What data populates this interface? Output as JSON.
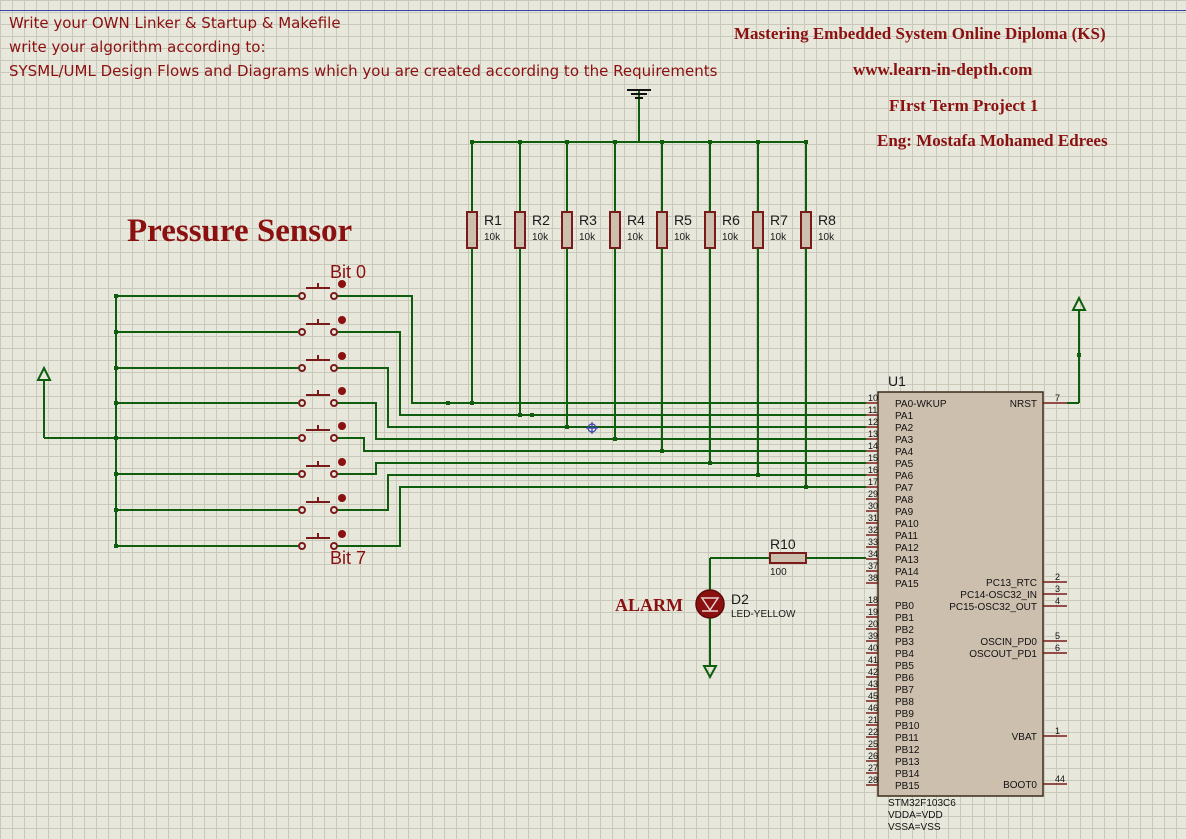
{
  "notes": [
    "Write your OWN Linker & Startup & Makefile",
    "write your algorithm according to:",
    "SYSML/UML  Design Flows and Diagrams which you are created according to the Requirements"
  ],
  "header": {
    "line1": "Mastering Embedded System Online Diploma (KS)",
    "line2": "www.learn-in-depth.com",
    "line3": "FIrst Term Project 1",
    "line4": "Eng:  Mostafa Mohamed Edrees"
  },
  "sensor_title": "Pressure Sensor",
  "bit_labels": {
    "top": "Bit 0",
    "bottom": "Bit 7"
  },
  "resistors": [
    {
      "name": "R1",
      "value": "10k"
    },
    {
      "name": "R2",
      "value": "10k"
    },
    {
      "name": "R3",
      "value": "10k"
    },
    {
      "name": "R4",
      "value": "10k"
    },
    {
      "name": "R5",
      "value": "10k"
    },
    {
      "name": "R6",
      "value": "10k"
    },
    {
      "name": "R7",
      "value": "10k"
    },
    {
      "name": "R8",
      "value": "10k"
    }
  ],
  "r10": {
    "name": "R10",
    "value": "100"
  },
  "led": {
    "alarm_label": "ALARM",
    "name": "D2",
    "value": "LED-YELLOW"
  },
  "mcu": {
    "ref": "U1",
    "part": "STM32F103C6",
    "power1": "VDDA=VDD",
    "power2": "VSSA=VSS",
    "left_pins": [
      {
        "num": "10",
        "name": "PA0-WKUP"
      },
      {
        "num": "11",
        "name": "PA1"
      },
      {
        "num": "12",
        "name": "PA2"
      },
      {
        "num": "13",
        "name": "PA3"
      },
      {
        "num": "14",
        "name": "PA4"
      },
      {
        "num": "15",
        "name": "PA5"
      },
      {
        "num": "16",
        "name": "PA6"
      },
      {
        "num": "17",
        "name": "PA7"
      },
      {
        "num": "29",
        "name": "PA8"
      },
      {
        "num": "30",
        "name": "PA9"
      },
      {
        "num": "31",
        "name": "PA10"
      },
      {
        "num": "32",
        "name": "PA11"
      },
      {
        "num": "33",
        "name": "PA12"
      },
      {
        "num": "34",
        "name": "PA13"
      },
      {
        "num": "37",
        "name": "PA14"
      },
      {
        "num": "38",
        "name": "PA15"
      },
      {
        "num": "18",
        "name": "PB0"
      },
      {
        "num": "19",
        "name": "PB1"
      },
      {
        "num": "20",
        "name": "PB2"
      },
      {
        "num": "39",
        "name": "PB3"
      },
      {
        "num": "40",
        "name": "PB4"
      },
      {
        "num": "41",
        "name": "PB5"
      },
      {
        "num": "42",
        "name": "PB6"
      },
      {
        "num": "43",
        "name": "PB7"
      },
      {
        "num": "45",
        "name": "PB8"
      },
      {
        "num": "46",
        "name": "PB9"
      },
      {
        "num": "21",
        "name": "PB10"
      },
      {
        "num": "22",
        "name": "PB11"
      },
      {
        "num": "25",
        "name": "PB12"
      },
      {
        "num": "26",
        "name": "PB13"
      },
      {
        "num": "27",
        "name": "PB14"
      },
      {
        "num": "28",
        "name": "PB15"
      }
    ],
    "right_pins": [
      {
        "num": "7",
        "name": "NRST"
      },
      {
        "num": "2",
        "name": "PC13_RTC"
      },
      {
        "num": "3",
        "name": "PC14-OSC32_IN"
      },
      {
        "num": "4",
        "name": "PC15-OSC32_OUT"
      },
      {
        "num": "5",
        "name": "OSCIN_PD0"
      },
      {
        "num": "6",
        "name": "OSCOUT_PD1"
      },
      {
        "num": "1",
        "name": "VBAT"
      },
      {
        "num": "44",
        "name": "BOOT0"
      }
    ]
  }
}
